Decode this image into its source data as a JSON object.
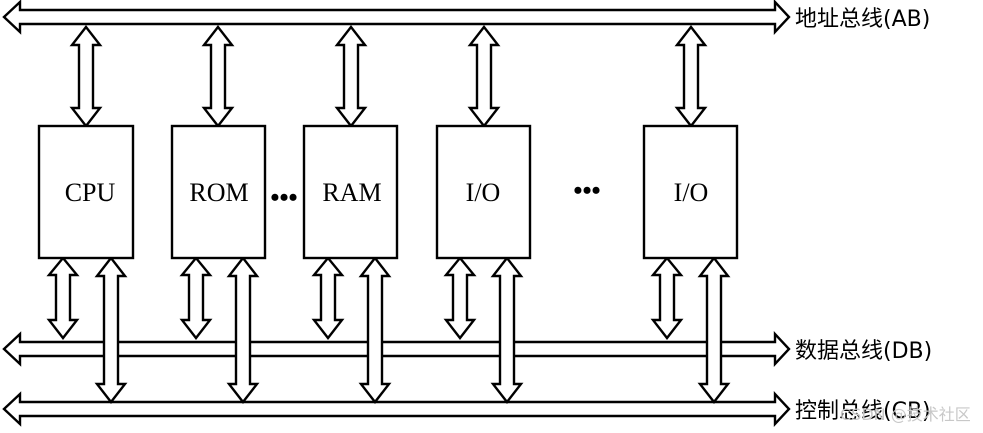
{
  "buses": {
    "address": {
      "label": "地址总线(AB)"
    },
    "data": {
      "label": "数据总线(DB)"
    },
    "control": {
      "label": "控制总线(CB)"
    }
  },
  "modules": [
    {
      "id": "cpu",
      "label": "CPU"
    },
    {
      "id": "rom",
      "label": "ROM"
    },
    {
      "id": "ram",
      "label": "RAM"
    },
    {
      "id": "io1",
      "label": "I/O"
    },
    {
      "id": "io2",
      "label": "I/O"
    }
  ],
  "ellipses": [
    "•••",
    "•••"
  ],
  "watermark": "CSDN @技术社区"
}
